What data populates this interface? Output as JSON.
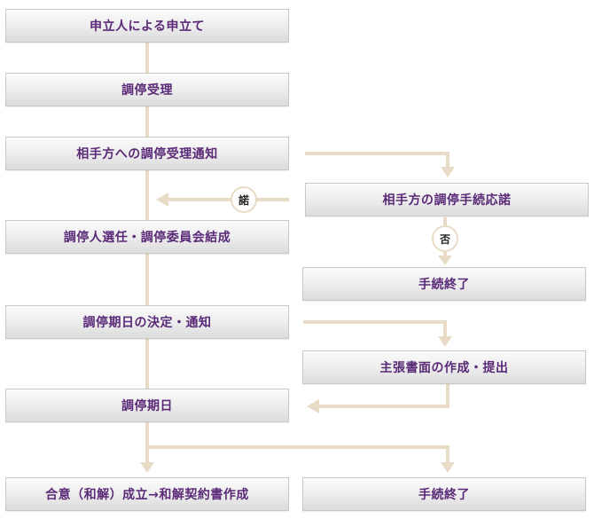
{
  "flow": {
    "left": [
      "申立人による申立て",
      "調停受理",
      "相手方への調停受理通知",
      "調停人選任・調停委員会結成",
      "調停期日の決定・通知",
      "調停期日",
      "合意（和解）成立→和解契約書作成"
    ],
    "right": [
      "相手方の調停手続応諾",
      "手続終了",
      "主張書面の作成・提出",
      "手続終了"
    ],
    "labels": {
      "yes": "諾",
      "no": "否"
    }
  },
  "colors": {
    "connector": "#e9dcc7",
    "text": "#5a2a78"
  }
}
